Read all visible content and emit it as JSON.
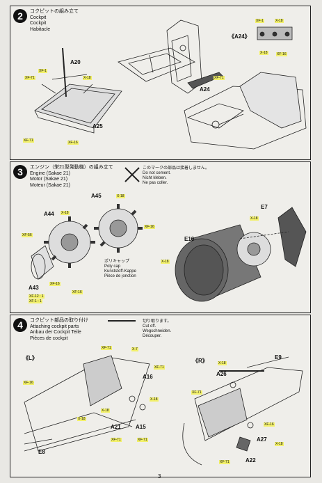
{
  "page_number": "3",
  "steps": [
    {
      "number": "2",
      "title_jp": "コクピットの組み立て",
      "title_en": "Cockpit",
      "title_de": "Cockpit",
      "title_fr": "Habitacle",
      "labels": {
        "a20": "A20",
        "a25": "A25",
        "a24": "A24",
        "a24_box": "《A24》"
      },
      "tags": {
        "xf1_a": "XF-1",
        "x18_a": "X-18",
        "xf71_a": "XF-71",
        "xf16_a": "XF-16",
        "xf71_b": "XF-71",
        "xf1_b": "XF-1",
        "x18_b": "X-18",
        "x18_c": "X-18",
        "xf16_b": "XF-16"
      }
    },
    {
      "number": "3",
      "title_jp": "エンジン（栄21型発動機）の組み立て",
      "title_en": "Engine (Sakae 21)",
      "title_de": "Motor (Sakae 21)",
      "title_fr": "Moteur (Sakae 21)",
      "note_jp": "このマークの部品は接着しません。",
      "note_en": "Do not cement.",
      "note_de": "Nicht kleben.",
      "note_fr": "Ne pas coller.",
      "polycap_jp": "ポリキャップ",
      "polycap_en": "Poly cap",
      "polycap_de": "Kunststoff-Kappe",
      "polycap_fr": "Pièce de jonction",
      "labels": {
        "a45": "A45",
        "a44": "A44",
        "a43": "A43",
        "e10": "E10",
        "e7": "E7"
      },
      "tags": {
        "x18_a": "X-18",
        "x18_b": "X-18",
        "xf16_a": "XF-16",
        "xf56": "XF-56",
        "xf16_b": "XF-16",
        "xf16_c": "XF-16",
        "x18_c": "X-18",
        "x18_d": "X-18",
        "xf12": "XF-12 : 1",
        "xf1": "XF-1 : 1"
      }
    },
    {
      "number": "4",
      "title_jp": "コクピット部品の取り付け",
      "title_en": "Attaching cockpit parts",
      "title_de": "Anbau der Cockpit Teile",
      "title_fr": "Pièces de cockpit",
      "cut_jp": "切り取ります。",
      "cut_en": "Cut off.",
      "cut_de": "Wegschneiden.",
      "cut_fr": "Découper.",
      "labels": {
        "l": "《L》",
        "r": "《R》",
        "a16": "A16",
        "a21": "A21",
        "a15": "A15",
        "e8": "E8",
        "e9": "E9",
        "a26": "A26",
        "a27": "A27",
        "a22": "A22"
      },
      "tags": {
        "xf71_a": "XF-71",
        "x7": "X-7",
        "xf71_b": "XF-71",
        "xf16": "XF-16",
        "x18_a": "X-18",
        "x18_b": "X-18",
        "x18_c": "X-18",
        "xf71_c": "XF-71",
        "xf71_d": "XF-71",
        "x18_d": "X-18",
        "xf71_e": "XF-71",
        "xf16_b": "XF-16",
        "x18_e": "X-18",
        "xf71_f": "XF-71"
      }
    }
  ]
}
